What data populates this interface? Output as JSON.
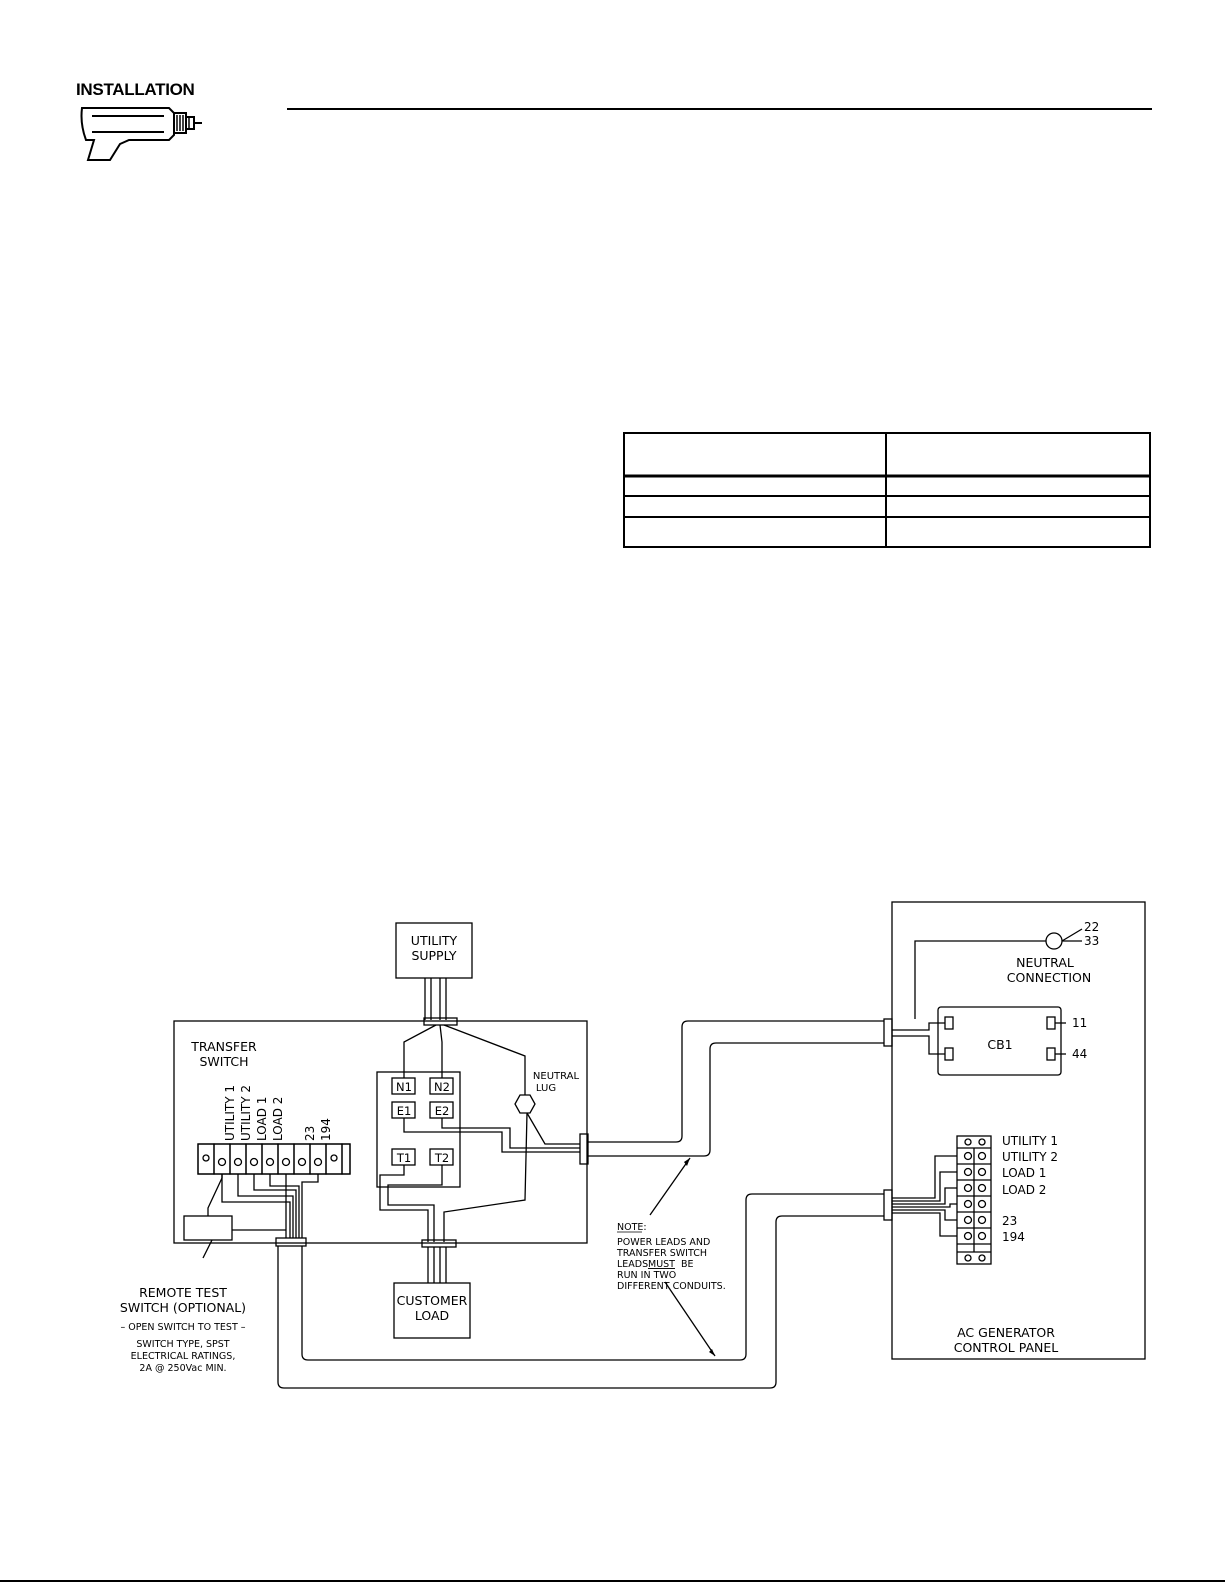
{
  "header": {
    "section_label": "INSTALLATION",
    "icon": "drill-icon"
  },
  "table": {
    "rows": 4,
    "columns": 2
  },
  "diagram": {
    "utility_supply": [
      "UTILITY",
      "SUPPLY"
    ],
    "transfer_switch": [
      "TRANSFER",
      "SWITCH"
    ],
    "terminal_labels": [
      "UTILITY 1",
      "UTILITY 2",
      "LOAD 1",
      "LOAD 2",
      "23",
      "194"
    ],
    "contacts": [
      "N1",
      "N2",
      "E1",
      "E2",
      "T1",
      "T2"
    ],
    "neutral_lug": [
      "NEUTRAL",
      "LUG"
    ],
    "customer_load": [
      "CUSTOMER",
      "LOAD"
    ],
    "remote_test": [
      "REMOTE TEST",
      "SWITCH (OPTIONAL)"
    ],
    "remote_test_note": "– OPEN SWITCH TO TEST –",
    "remote_test_specs": [
      "SWITCH TYPE, SPST",
      "ELECTRICAL RATINGS,",
      "2A @ 250Vac MIN."
    ],
    "note_title": "NOTE:",
    "note_lines": [
      "POWER LEADS AND",
      "TRANSFER SWITCH",
      "LEADS",
      "MUST",
      "BE",
      "RUN IN TWO",
      "DIFFERENT CONDUITS."
    ],
    "neutral_terminals": [
      "22",
      "33"
    ],
    "neutral_connection": [
      "NEUTRAL",
      "CONNECTION"
    ],
    "breaker": "CB1",
    "breaker_terminals": [
      "11",
      "44"
    ],
    "panel_terminal_labels": [
      "UTILITY 1",
      "UTILITY 2",
      "LOAD 1",
      "LOAD 2",
      "23",
      "194"
    ],
    "panel_title": [
      "AC GENERATOR",
      "CONTROL PANEL"
    ]
  }
}
